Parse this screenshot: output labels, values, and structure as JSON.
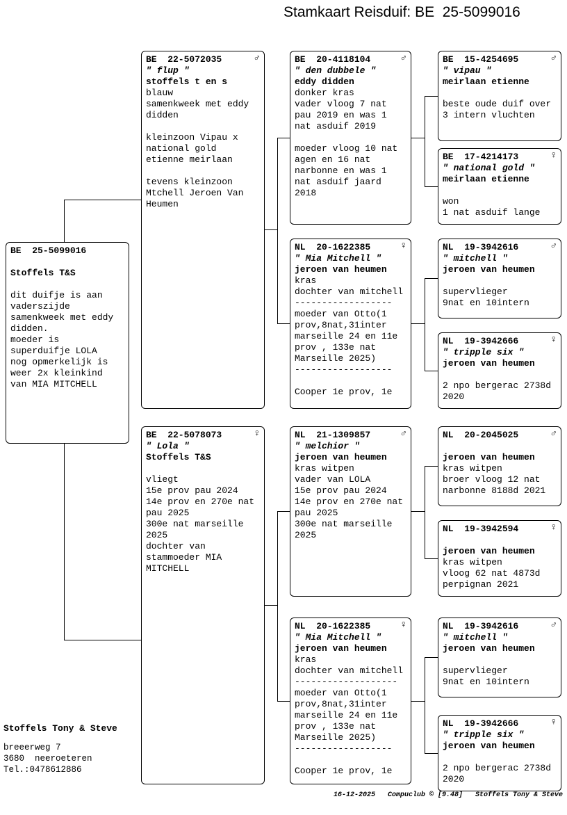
{
  "page": {
    "title": "Stamkaart Reisduif: BE  25-5099016"
  },
  "boxes": {
    "subject": {
      "ring": "BE  25-5099016",
      "sex": "",
      "name": "",
      "owner": "Stoffels T&S",
      "body": "\ndit duifje is aan\nvaderszijde\nsamenkweek met eddy\ndidden.\nmoeder is\nsuperduifje LOLA\nnog opmerkelijk is\nweer 2x kleinkind\nvan MIA MITCHELL"
    },
    "father": {
      "ring": "BE  22-5072035",
      "sex": "♂",
      "name": "\" flup \"",
      "owner": "stoffels t en s",
      "body": "blauw\nsamenkweek met eddy\ndidden\n\nkleinzoon Vipau x\nnational gold\netienne meirlaan\n\ntevens kleinzoon\nMtchell Jeroen Van\nHeumen"
    },
    "mother": {
      "ring": "BE  22-5078073",
      "sex": "♀",
      "name": "\" Lola \"",
      "owner": "Stoffels T&S",
      "body": "\nvliegt\n15e prov pau 2024\n14e prov en 270e nat\npau 2025\n300e nat marseille\n2025\ndochter van\nstammoeder MIA\nMITCHELL"
    },
    "gp1": {
      "ring": "BE  20-4118104",
      "sex": "♂",
      "name": "\" den dubbele \"",
      "owner": "eddy didden",
      "body": "donker kras\nvader vloog 7 nat\npau 2019 en was 1\nnat asduif 2019\n\nmoeder vloog 10 nat\nagen en 16 nat\nnarbonne en was 1\nnat asduif jaard\n2018"
    },
    "gp2": {
      "ring": "NL  20-1622385",
      "sex": "♀",
      "name": "\" Mia Mitchell \"",
      "owner": "jeroen van heumen",
      "body": "kras\ndochter van mitchell\n------------------\nmoeder van Otto(1\nprov,8nat,31inter\nmarseille 24 en 11e\nprov , 133e nat\nMarseille 2025)\n------------------\n\nCooper 1e prov, 1e"
    },
    "gp3": {
      "ring": "NL  21-1309857",
      "sex": "♂",
      "name": "\" melchior \"",
      "owner": "jeroen van heumen",
      "body": "kras witpen\nvader van LOLA\n15e prov pau 2024\n14e prov en 270e nat\npau 2025\n300e nat marseille\n2025"
    },
    "gp4": {
      "ring": "NL  20-1622385",
      "sex": "♀",
      "name": "\" Mia Mitchell \"",
      "owner": "jeroen van heumen",
      "body": "kras\ndochter van mitchell\n-------------------\nmoeder van Otto(1\nprov,8nat,31inter\nmarseille 24 en 11e\nprov , 133e nat\nMarseille 2025)\n------------------\n\nCooper 1e prov, 1e"
    },
    "ggp1": {
      "ring": "BE  15-4254695",
      "sex": "♂",
      "name": "\" vipau \"",
      "owner": "meirlaan etienne",
      "body": "\nbeste oude duif over\n3 intern vluchten"
    },
    "ggp2": {
      "ring": "BE  17-4214173",
      "sex": "♀",
      "name": "\" national gold \"",
      "owner": "meirlaan etienne",
      "body": "\nwon\n1 nat asduif lange"
    },
    "ggp3": {
      "ring": "NL  19-3942616",
      "sex": "♂",
      "name": "\" mitchell \"",
      "owner": "jeroen van heumen",
      "body": "\nsupervlieger\n9nat en 10intern"
    },
    "ggp4": {
      "ring": "NL  19-3942666",
      "sex": "♀",
      "name": "\" tripple six \"",
      "owner": "jeroen van heumen",
      "body": "\n2 npo bergerac 2738d\n2020"
    },
    "ggp5": {
      "ring": "NL  20-2045025",
      "sex": "♂",
      "name": "",
      "owner": "jeroen van heumen",
      "body": "kras witpen\nbroer vloog 12 nat\nnarbonne 8188d 2021"
    },
    "ggp6": {
      "ring": "NL  19-3942594",
      "sex": "♀",
      "name": "",
      "owner": "jeroen van heumen",
      "body": "kras witpen\nvloog 62 nat 4873d\nperpignan 2021"
    },
    "ggp7": {
      "ring": "NL  19-3942616",
      "sex": "♂",
      "name": "\" mitchell \"",
      "owner": "jeroen van heumen",
      "body": "\nsupervlieger\n9nat en 10intern"
    },
    "ggp8": {
      "ring": "NL  19-3942666",
      "sex": "♀",
      "name": "\" tripple six \"",
      "owner": "jeroen van heumen",
      "body": "\n2 npo bergerac 2738d\n2020"
    }
  },
  "footer": {
    "owner_name": "Stoffels Tony & Steve",
    "address_line1": "breeerweg 7",
    "address_line2": "3680  neeroeteren",
    "phone": "Tel.:0478612886",
    "credit": "16-12-2025   Compuclub © [9.48]   Stoffels Tony & Steve"
  }
}
